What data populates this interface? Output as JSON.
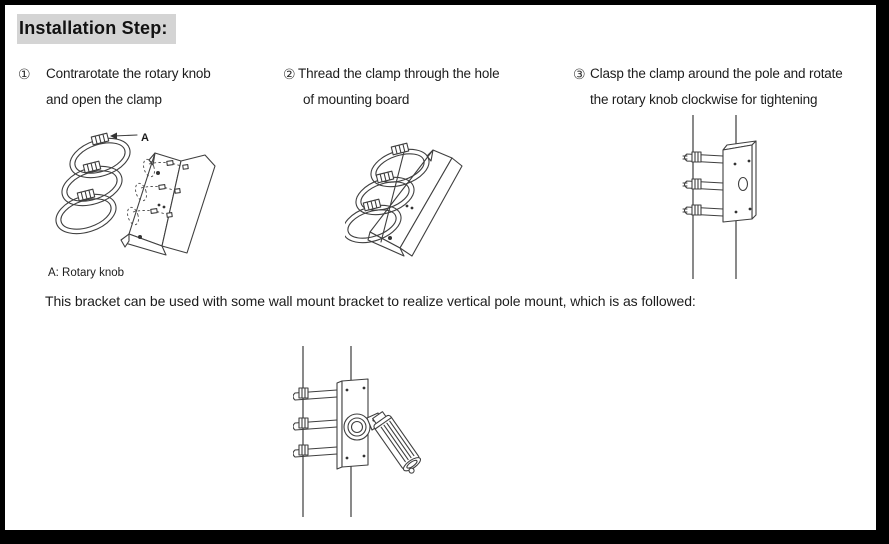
{
  "page": {
    "title": "Installation Step:",
    "note": "This bracket can be used with some wall mount bracket to realize vertical pole mount, which is as followed:",
    "colors": {
      "paper": "#ffffff",
      "border": "#000000",
      "title_highlight": "#d4d4d4",
      "ink": "#1c1c1c",
      "line_art": "#3f3f3f"
    }
  },
  "steps": [
    {
      "number": "①",
      "line1": "Contrarotate the rotary knob",
      "line2": "and open the clamp"
    },
    {
      "number": "②",
      "line1": "Thread the clamp through the hole",
      "line2": "of mounting board"
    },
    {
      "number": "③",
      "line1": "Clasp the clamp around the pole and rotate",
      "line2": "the rotary knob clockwise for tightening"
    }
  ],
  "figures": {
    "clamp_and_board": {
      "label": "A",
      "caption": "A: Rotary knob"
    },
    "clamp_through_board": {
      "description": "three hose clamps threaded through mounting board"
    },
    "pole_clamped": {
      "description": "mounting board clamped on vertical pole"
    },
    "vertical_pole_mount": {
      "description": "bullet camera on wall mount bracket fixed to pole bracket"
    }
  }
}
